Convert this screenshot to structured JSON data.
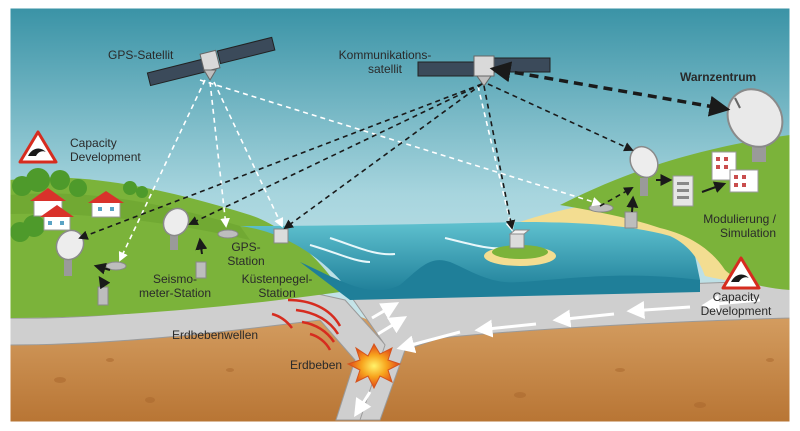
{
  "labels": {
    "gps_satellite": "GPS-Satellit",
    "comm_satellite": "Kommunikations-\nsatellit",
    "warning_center": "Warnzentrum",
    "capacity_dev_left": "Capacity\nDevelopment",
    "capacity_dev_right": "Capacity\nDevelopment",
    "gps_station": "GPS-\nStation",
    "tide_station": "Küstenpegel-\nStation",
    "seismometer_station": "Seismo-\nmeter-Station",
    "modeling": "Modulierung /\nSimulation",
    "earthquake_waves": "Erdbebenwellen",
    "earthquake": "Erdbeben"
  },
  "colors": {
    "sky_top": "#3a93a6",
    "sky_bottom": "#d8eef0",
    "sea": "#3fa8bd",
    "land": "#7bb33a",
    "crust": "#c9c9c9",
    "earth": "#c98a4b",
    "quake": "#f08a1c"
  }
}
